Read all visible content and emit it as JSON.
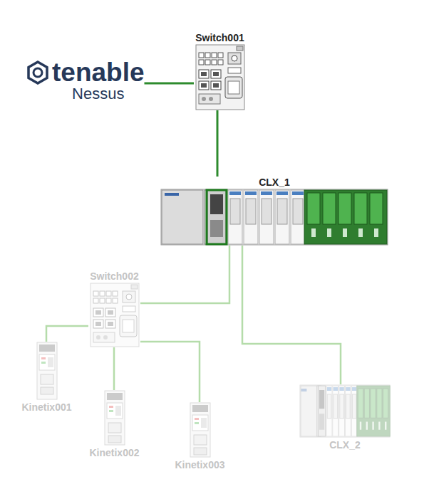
{
  "diagram": {
    "nodes": [
      {
        "text": [
          "tenable",
          "Nessus"
        ]
      },
      {
        "text": [
          "Switch001"
        ]
      },
      {
        "text": [
          "CLX_1"
        ]
      },
      {
        "text": [
          "Switch002"
        ]
      },
      {
        "text": [
          "Kinetix001"
        ]
      },
      {
        "text": [
          "Kinetix002"
        ]
      },
      {
        "text": [
          "Kinetix003"
        ]
      },
      {
        "text": [
          "CLX_2"
        ]
      }
    ],
    "edges": [
      {
        "from": 0,
        "to": 1,
        "arrow": "none"
      },
      {
        "from": 1,
        "to": 2,
        "arrow": "none"
      },
      {
        "from": 2,
        "to": 3,
        "arrow": "none"
      },
      {
        "from": 3,
        "to": 4,
        "arrow": "none"
      },
      {
        "from": 3,
        "to": 5,
        "arrow": "none"
      },
      {
        "from": 3,
        "to": 6,
        "arrow": "none"
      },
      {
        "from": 2,
        "to": 7,
        "arrow": "none"
      }
    ]
  }
}
